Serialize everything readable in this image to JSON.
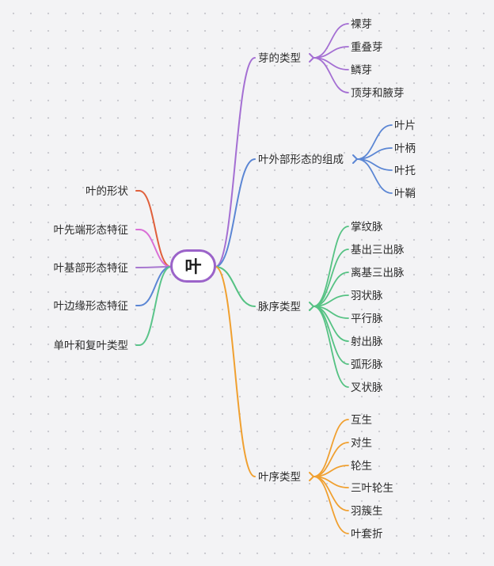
{
  "root": {
    "label": "叶"
  },
  "left_branches": [
    {
      "label": "叶的形状",
      "color": "#e0603c"
    },
    {
      "label": "叶先端形态特征",
      "color": "#d96fd6"
    },
    {
      "label": "叶基部形态特征",
      "color": "#a878d0"
    },
    {
      "label": "叶边缘形态特征",
      "color": "#5b86d4"
    },
    {
      "label": "单叶和复叶类型",
      "color": "#5bc48a"
    }
  ],
  "right_branches": [
    {
      "label": "芽的类型",
      "color": "#a46fd3",
      "children": [
        "裸芽",
        "重叠芽",
        "鳞芽",
        "顶芽和腋芽"
      ]
    },
    {
      "label": "叶外部形态的组成",
      "color": "#5b86d4",
      "children": [
        "叶片",
        "叶柄",
        "叶托",
        "叶鞘"
      ]
    },
    {
      "label": "脉序类型",
      "color": "#55c283",
      "children": [
        "掌纹脉",
        "基出三出脉",
        "离基三出脉",
        "羽状脉",
        "平行脉",
        "射出脉",
        "弧形脉",
        "叉状脉"
      ]
    },
    {
      "label": "叶序类型",
      "color": "#f0a030",
      "children": [
        "互生",
        "对生",
        "轮生",
        "三叶轮生",
        "羽簇生",
        "叶套折"
      ]
    }
  ]
}
